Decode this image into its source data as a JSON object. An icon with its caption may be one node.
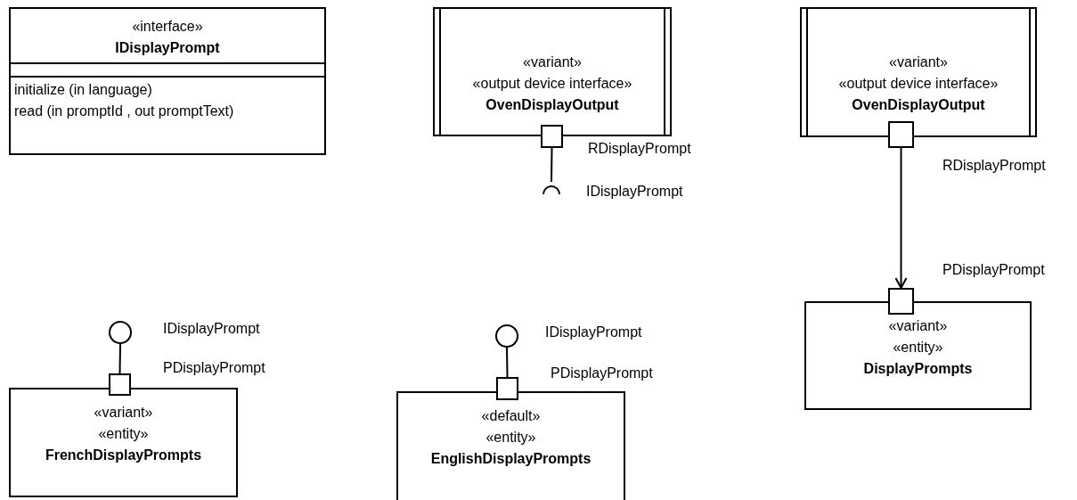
{
  "diagram": {
    "nodes": [
      {
        "text": [
          "«interface»",
          "IDisplayPrompt",
          "initialize (in language)",
          "read (in promptId , out promptText)"
        ]
      },
      {
        "text": [
          "«variant»",
          "«output device interface»",
          "OvenDisplayOutput"
        ]
      },
      {
        "text": [],
        "shape": "box"
      },
      {
        "text": [],
        "shape": "arc",
        "beside": [
          "IDisplayPrompt"
        ]
      },
      {
        "text": [
          "«variant»",
          "«output device interface»",
          "OvenDisplayOutput"
        ]
      },
      {
        "text": [],
        "shape": "box",
        "beside": [
          "RDisplayPrompt"
        ]
      },
      {
        "text": [],
        "shape": "box",
        "beside": [
          "PDisplayPrompt"
        ]
      },
      {
        "text": [
          "«variant»",
          "«entity»",
          "DisplayPrompts"
        ]
      },
      {
        "text": [],
        "shape": "circle",
        "beside": [
          "IDisplayPrompt"
        ]
      },
      {
        "text": [],
        "shape": "box"
      },
      {
        "text": [
          "«variant»",
          "«entity»",
          "FrenchDisplayPrompts"
        ]
      },
      {
        "text": [],
        "shape": "circle",
        "beside": [
          "IDisplayPrompt"
        ]
      },
      {
        "text": [],
        "shape": "box"
      },
      {
        "text": [
          "«default»",
          "«entity»",
          "EnglishDisplayPrompts"
        ]
      }
    ],
    "edges": [
      {
        "from": 2,
        "to": 3,
        "arrow": "none"
      },
      {
        "from": 5,
        "to": 6,
        "arrow": "to"
      },
      {
        "from": 9,
        "to": 8,
        "arrow": "none"
      },
      {
        "from": 12,
        "to": 11,
        "arrow": "none"
      }
    ],
    "labels": [
      "RDisplayPrompt",
      "PDisplayPrompt",
      "PDisplayPrompt"
    ]
  }
}
